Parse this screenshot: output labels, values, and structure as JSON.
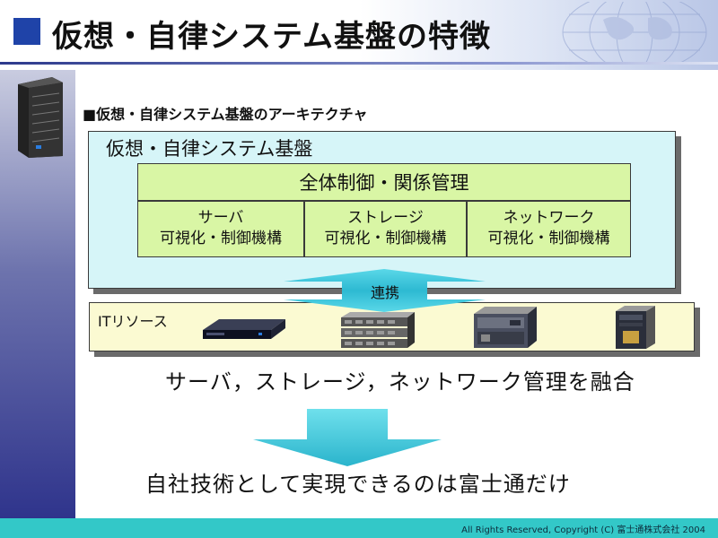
{
  "slide": {
    "title": "仮想・自律システム基盤の特徴",
    "subtitle": "■仮想・自律システム基盤のアーキテクチャ",
    "platform_title": "仮想・自律システム基盤",
    "control_label": "全体制御・関係管理",
    "components": [
      {
        "name": "サーバ",
        "caption": "可視化・制御機構"
      },
      {
        "name": "ストレージ",
        "caption": "可視化・制御機構"
      },
      {
        "name": "ネットワーク",
        "caption": "可視化・制御機構"
      }
    ],
    "link_label": "連携",
    "it_resources_label": "ITリソース",
    "integration_text": "サーバ，ストレージ，ネットワーク管理を融合",
    "conclusion_text": "自社技術として実現できるのは富士通だけ",
    "copyright": "All Rights Reserved, Copyright (C) 富士通株式会社 2004"
  },
  "icons": [
    "server-tower-icon",
    "rack-server-icon",
    "storage-array-icon",
    "network-switch-icon",
    "tower-server-icon",
    "globe-icon"
  ],
  "colors": {
    "title_square": "#1f43a8",
    "platform_fill": "#d6f5f8",
    "component_fill": "#d9f6a5",
    "it_fill": "#fbfad2",
    "arrow_fill": "#5ad8e8",
    "footer": "#33c8c8"
  }
}
